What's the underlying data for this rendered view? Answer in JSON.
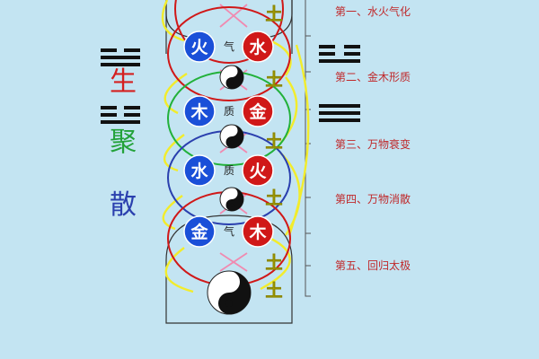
{
  "stages": [
    {
      "label": "第一、水火气化"
    },
    {
      "label": "第二、金木形质"
    },
    {
      "label": "第三、万物衰变"
    },
    {
      "label": "第四、万物消散"
    },
    {
      "label": "第五、回归太极"
    }
  ],
  "side_chars": [
    {
      "char": "生",
      "color": "#d42020"
    },
    {
      "char": "聚",
      "color": "#23a23a"
    },
    {
      "char": "散",
      "color": "#2a3fae"
    }
  ],
  "pairs": [
    {
      "left": "火",
      "right": "水",
      "center": "气",
      "left_color": "#1a4fd8",
      "right_color": "#d01818",
      "ring_color": "#d01818"
    },
    {
      "left": "木",
      "right": "金",
      "center": "质",
      "left_color": "#1a4fd8",
      "right_color": "#d01818",
      "ring_color": "#22b13a"
    },
    {
      "left": "水",
      "right": "火",
      "center": "质",
      "left_color": "#1a4fd8",
      "right_color": "#d01818",
      "ring_color": "#2a3fae"
    },
    {
      "left": "金",
      "right": "木",
      "center": "气",
      "left_color": "#1a4fd8",
      "right_color": "#d01818",
      "ring_color": "#d01818"
    }
  ],
  "earth_char": "土",
  "colors": {
    "background": "#c3e4f2",
    "arrow_yellow": "#f2ec2c",
    "arrow_pink": "#f08ab0",
    "line_gray": "#555555"
  }
}
